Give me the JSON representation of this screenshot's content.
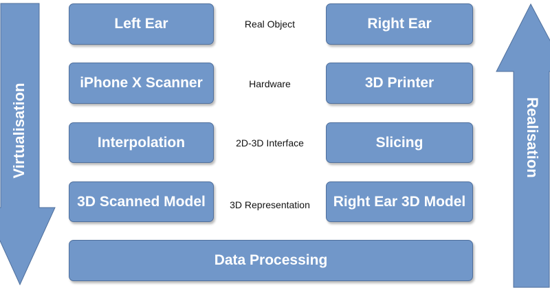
{
  "arrows": {
    "left": "Virtualisation",
    "right": "Realisation"
  },
  "levels": {
    "real_object": "Real Object",
    "hardware": "Hardware",
    "interface": "2D-3D Interface",
    "representation": "3D Representation"
  },
  "left_column": {
    "left_ear": "Left Ear",
    "scanner": "iPhone X Scanner",
    "interpolation": "Interpolation",
    "scanned_model": "3D Scanned Model"
  },
  "right_column": {
    "right_ear": "Right Ear",
    "printer": "3D Printer",
    "slicing": "Slicing",
    "ear_model": "Right Ear 3D Model"
  },
  "bottom": {
    "data_processing": "Data Processing"
  },
  "colors": {
    "box_fill": "#7197c9",
    "box_border": "#4f6f9c",
    "text": "#ffffff"
  }
}
